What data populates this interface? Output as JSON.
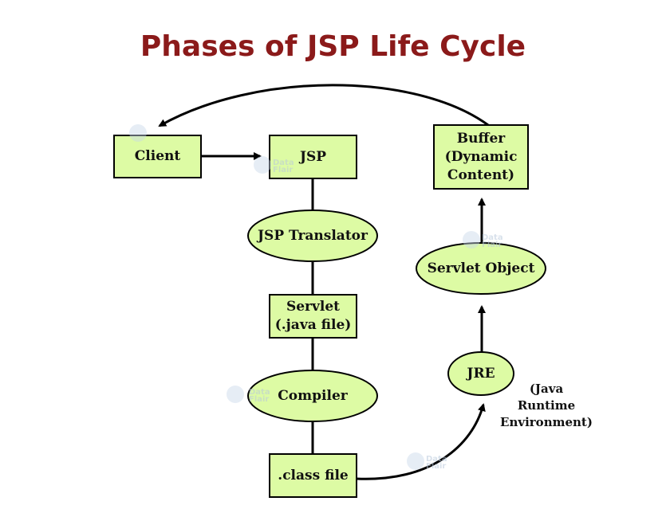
{
  "title": "Phases of JSP Life Cycle",
  "colors": {
    "title": "#8b1a1a",
    "node_fill": "#ddfba4",
    "stroke": "#000000"
  },
  "nodes": {
    "client": "Client",
    "jsp": "JSP",
    "jsp_translator": "JSP Translator",
    "servlet_line1": "Servlet",
    "servlet_line2": "(.java file)",
    "compiler": "Compiler",
    "class_file": ".class file",
    "jre": "JRE",
    "servlet_object": "Servlet Object",
    "buffer_line1": "Buffer",
    "buffer_line2": "(Dynamic",
    "buffer_line3": "Content)"
  },
  "jre_note": {
    "line1": "(Java",
    "line2": "Runtime",
    "line3": "Environment)"
  },
  "watermark": {
    "line1": "Data",
    "line2": "Flair"
  }
}
